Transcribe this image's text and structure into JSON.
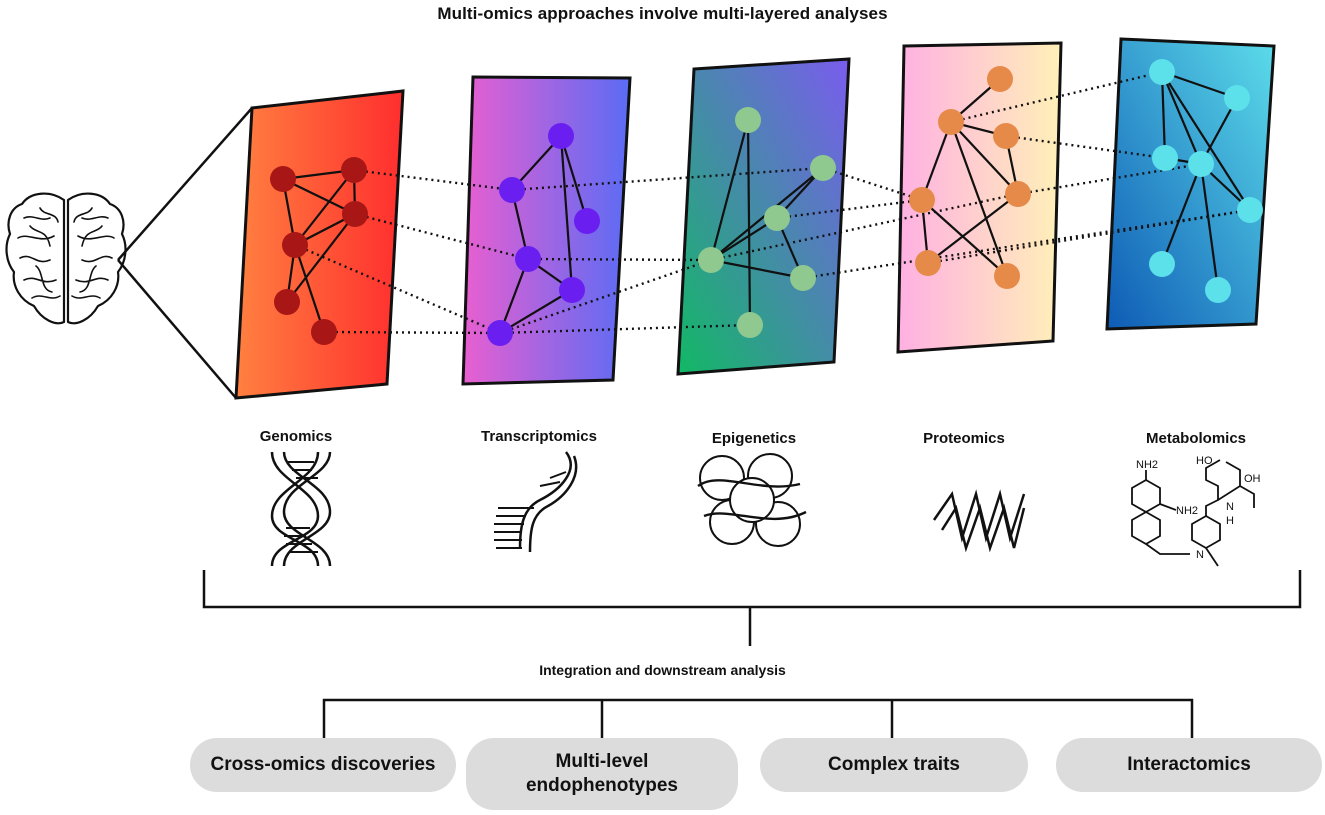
{
  "title": "Multi-omics approaches involve multi-layered analyses",
  "icons": {
    "brain": "brain-icon",
    "genomics": "dna-double-helix-icon",
    "transcriptomics": "rna-strand-icon",
    "epigenetics": "nucleosome-icon",
    "proteomics": "protein-helix-icon",
    "metabolomics": "molecule-structure-icon"
  },
  "layers": [
    {
      "id": "genomics",
      "label": "Genomics",
      "gradient": [
        "#ff8040",
        "#ff2e2e"
      ],
      "node_color": "#a81616"
    },
    {
      "id": "transcriptomics",
      "label": "Transcriptomics",
      "gradient": [
        "#e85fd0",
        "#5a6cf5"
      ],
      "node_color": "#6a1ff0"
    },
    {
      "id": "epigenetics",
      "label": "Epigenetics",
      "gradient": [
        "#12b865",
        "#7a5cee"
      ],
      "node_color": "#8fc98f"
    },
    {
      "id": "proteomics",
      "label": "Proteomics",
      "gradient": [
        "#ffb0e2",
        "#fff0b8"
      ],
      "node_color": "#e68a4a"
    },
    {
      "id": "metabolomics",
      "label": "Metabolomics",
      "gradient": [
        "#0e5bb5",
        "#5cdcea"
      ],
      "node_color": "#5ce0ea"
    }
  ],
  "molecule_labels": {
    "nh2_top": "NH2",
    "nh2_mid": "NH2",
    "cooh_left": "HO",
    "cooh_right": "OH",
    "n_amide": "N",
    "h_amide": "H",
    "n_amine": "N"
  },
  "integration_label": "Integration and downstream analysis",
  "outcomes": [
    {
      "label": "Cross-omics discoveries"
    },
    {
      "label": "Multi-level\nendophenotypes"
    },
    {
      "label": "Complex traits"
    },
    {
      "label": "Interactomics"
    }
  ]
}
